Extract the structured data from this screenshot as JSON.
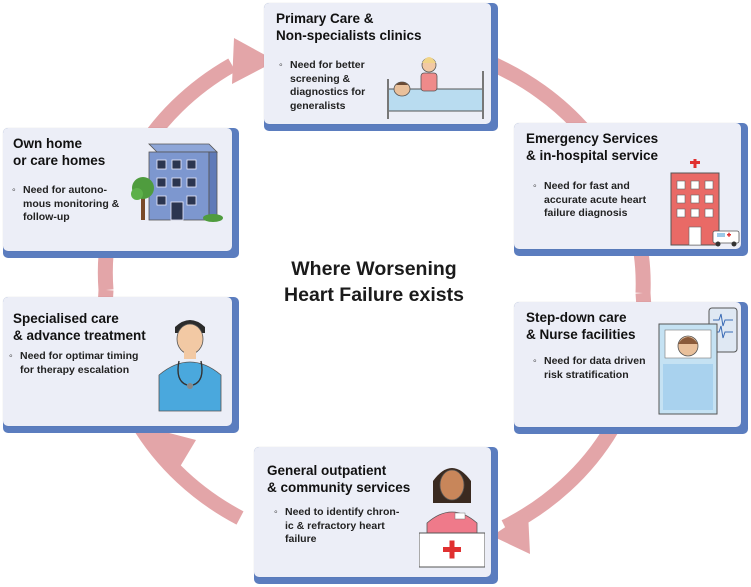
{
  "center_title": {
    "line1": "Where Worsening",
    "line2": "Heart Failure exists"
  },
  "colors": {
    "arrow": "#e3a5a8",
    "card_bg": "#eceef7",
    "card_shadow": "#5b7dbf"
  },
  "settings": [
    {
      "id": "primary",
      "title": [
        "Primary Care &",
        "Non-specialists clinics"
      ],
      "need": [
        "Need  for better",
        "screening &",
        "diagnostics for",
        "generalists"
      ],
      "icon": "patient-in-bed-icon"
    },
    {
      "id": "emergency",
      "title": [
        "Emergency Services",
        "& in-hospital service"
      ],
      "need": [
        "Need for fast and",
        "accurate acute heart",
        "failure diagnosis"
      ],
      "icon": "hospital-building-icon"
    },
    {
      "id": "stepdown",
      "title": [
        "Step-down care",
        "& Nurse facilities"
      ],
      "need": [
        "Need for data driven",
        "risk stratification"
      ],
      "icon": "monitored-patient-icon"
    },
    {
      "id": "outpatient",
      "title": [
        "General outpatient",
        "& community services"
      ],
      "need": [
        "Need  to identify chron-",
        "ic & refractory heart",
        "failure"
      ],
      "icon": "nurse-icon"
    },
    {
      "id": "specialised",
      "title": [
        "Specialised care",
        "& advance treatment"
      ],
      "need": [
        "Need  for optimar timing",
        "for therapy escalation"
      ],
      "icon": "doctor-icon"
    },
    {
      "id": "home",
      "title": [
        "Own home",
        "or care homes"
      ],
      "need": [
        "Need  for autono-",
        "mous monitoring &",
        "follow-up"
      ],
      "icon": "care-home-building-icon"
    }
  ]
}
